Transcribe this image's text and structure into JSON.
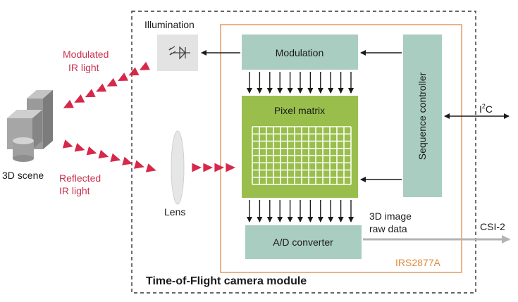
{
  "labels": {
    "illumination": "Illumination",
    "modulated_1": "Modulated",
    "modulated_2": "IR light",
    "reflected_1": "Reflected",
    "reflected_2": "IR light",
    "scene": "3D scene",
    "lens": "Lens",
    "modulation": "Modulation",
    "pixel_matrix": "Pixel matrix",
    "sequence_controller": "Sequence controller",
    "i2c_base": "I",
    "i2c_sup": "2",
    "i2c_tail": "C",
    "raw_data_1": "3D image",
    "raw_data_2": "raw data",
    "adc": "A/D converter",
    "csi": "CSI-2",
    "chip": "IRS2877A",
    "module": "Time-of-Flight camera module"
  },
  "colors": {
    "ir_red": "#d6284a",
    "ir_text": "#c8324f",
    "teal": "#a9cdc1",
    "pixel_green": "#99be4b",
    "chip_orange": "#e6a06a",
    "chip_text": "#e08a3c",
    "gray_arrow": "#b3b3b3",
    "dark": "#1a1a1a"
  }
}
